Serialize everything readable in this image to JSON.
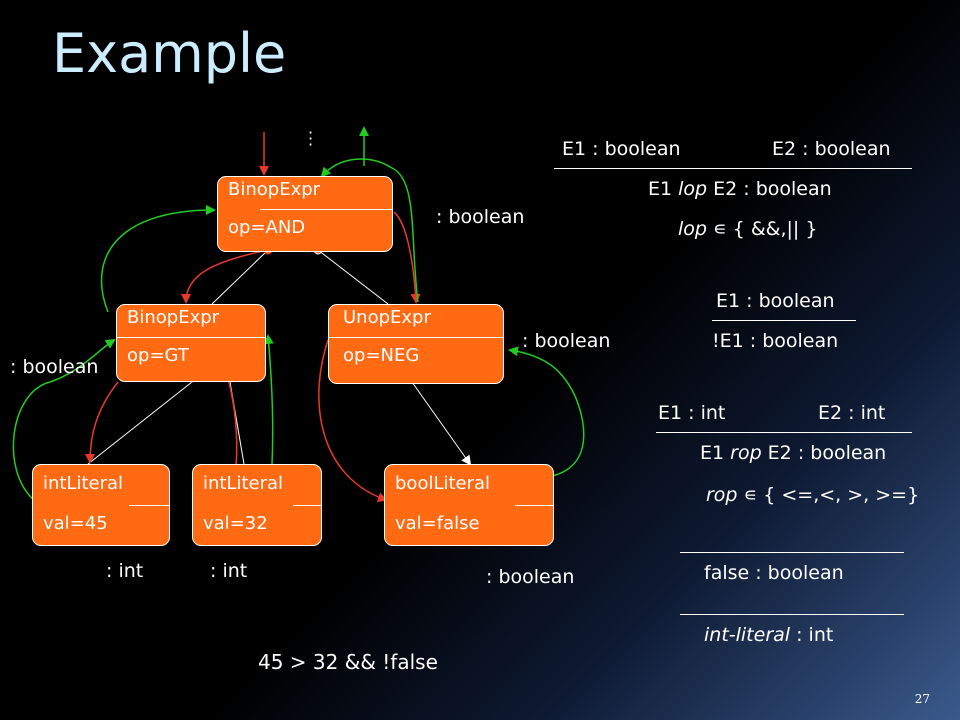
{
  "slide": {
    "title": "Example",
    "page_number": "27",
    "expression": "45 > 32 && !false"
  },
  "nodes": {
    "and": {
      "type": "BinopExpr",
      "detail": "op=AND"
    },
    "gt": {
      "type": "BinopExpr",
      "detail": "op=GT"
    },
    "neg": {
      "type": "UnopExpr",
      "detail": "op=NEG"
    },
    "lit45": {
      "type": "intLiteral",
      "detail": "val=45"
    },
    "lit32": {
      "type": "intLiteral",
      "detail": "val=32"
    },
    "litfalse": {
      "type": "boolLiteral",
      "detail": "val=false"
    }
  },
  "type_labels": {
    "and": ": boolean",
    "gt": ": boolean",
    "neg": ": boolean",
    "lit45": ": int",
    "lit32": ": int",
    "litfalse": ": boolean"
  },
  "rules": {
    "and_rule": {
      "premise1": "E1 : boolean",
      "premise2": "E2 : boolean",
      "conclusion_left": "E1 ",
      "conclusion_op": "lop",
      "conclusion_right": " E2 : boolean",
      "side_op": "lop",
      "side_symbol": "∊",
      "side_set": " { &&,|| }"
    },
    "not_rule": {
      "premise": "E1 : boolean",
      "conclusion": "!E1 : boolean"
    },
    "rel_rule": {
      "premise1": "E1 : int",
      "premise2": "E2 : int",
      "conclusion_left": "E1 ",
      "conclusion_op": "rop",
      "conclusion_right": " E2 : boolean",
      "side_op": "rop",
      "side_symbol": "∊",
      "side_set": " { <=,<, >, >=}"
    },
    "false_rule": {
      "conclusion": "false : boolean"
    },
    "intlit_rule": {
      "conclusion_italic": "int-literal",
      "conclusion_rest": " : int"
    }
  },
  "colors": {
    "node_fill": "#ff6a13",
    "edge_down": "#e8392b",
    "edge_up": "#22cc22",
    "title": "#ccecff"
  }
}
